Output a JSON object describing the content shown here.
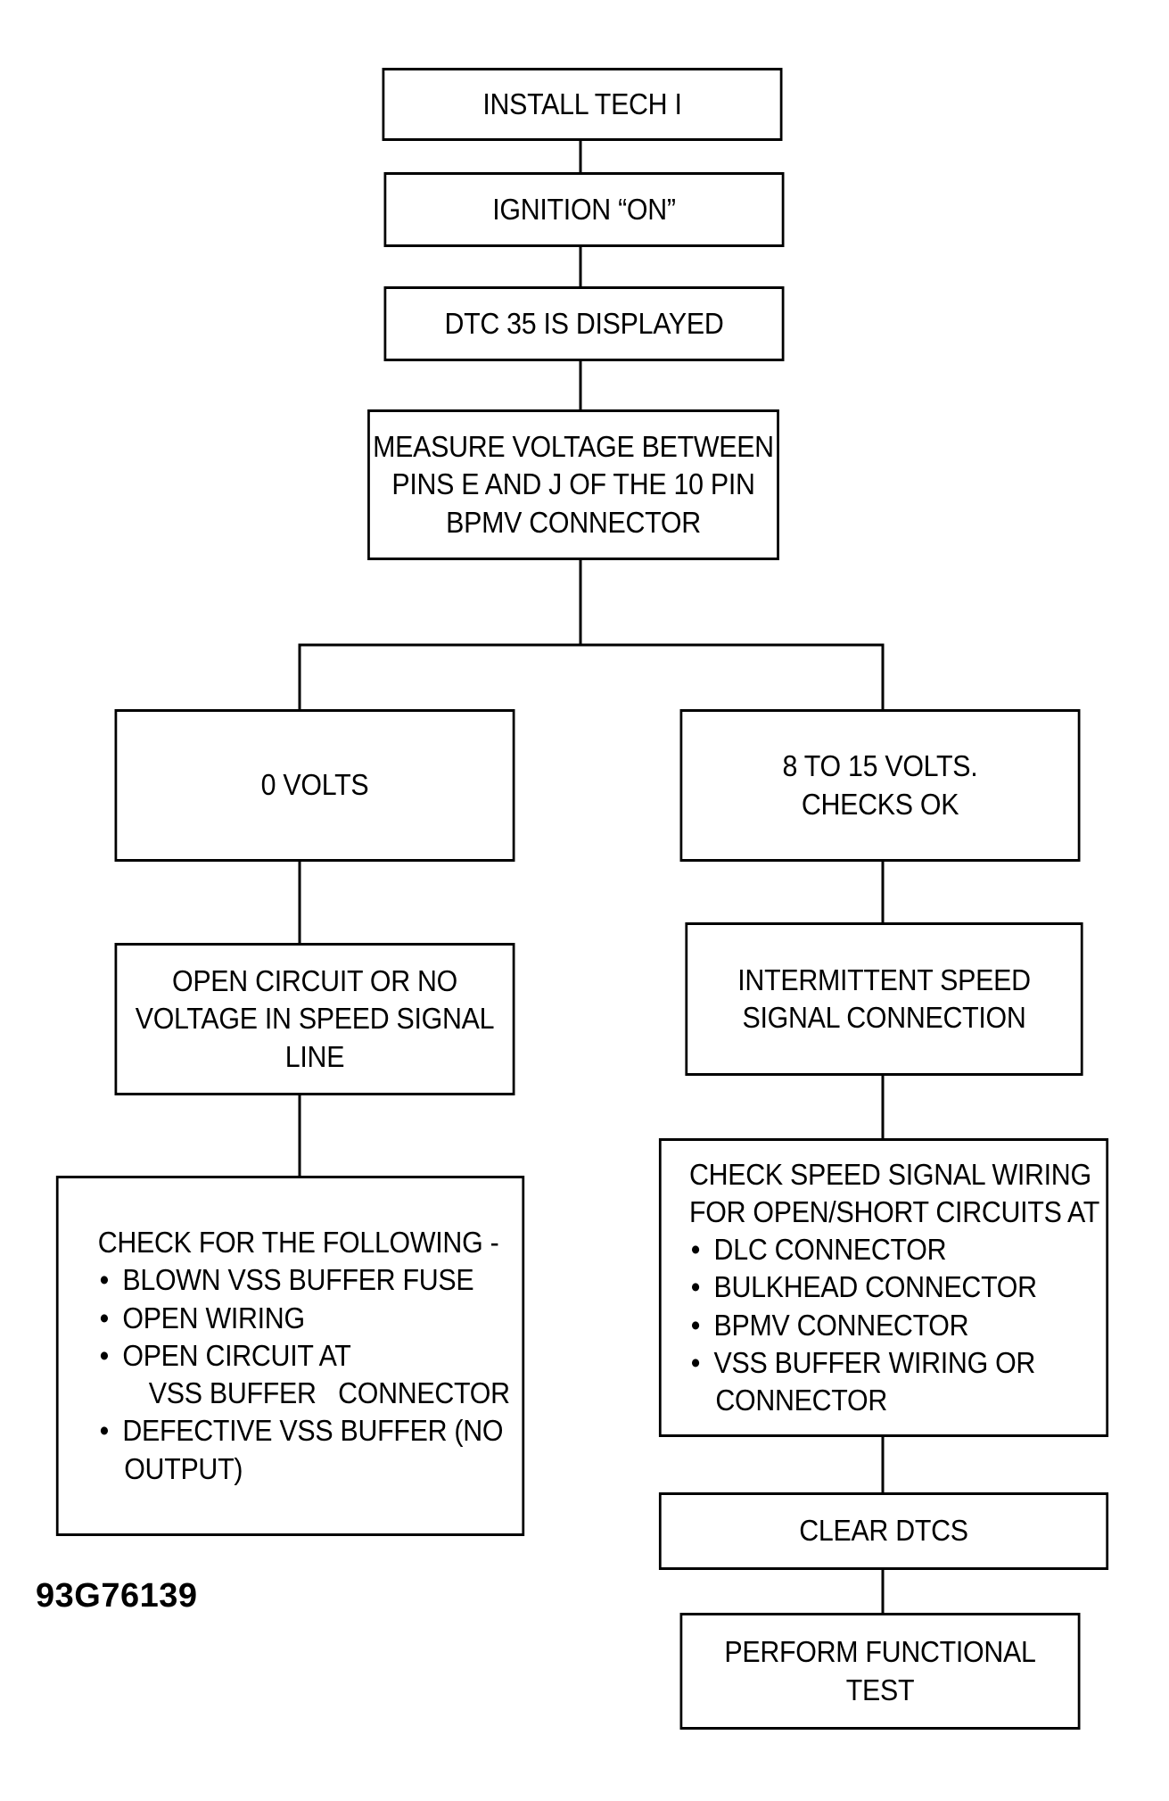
{
  "flowchart": {
    "install_tech": "INSTALL TECH I",
    "ignition_on": "IGNITION “ON”",
    "dtc_displayed": "DTC 35 IS DISPLAYED",
    "measure_voltage": [
      "MEASURE VOLTAGE BETWEEN",
      "PINS E AND J OF THE 10 PIN",
      "BPMV CONNECTOR"
    ],
    "zero_volts": "0 VOLTS",
    "volts_ok": [
      "8 TO 15 VOLTS.",
      "CHECKS OK"
    ],
    "open_circuit": [
      "OPEN CIRCUIT OR NO",
      "VOLTAGE IN SPEED SIGNAL",
      "LINE"
    ],
    "intermittent": [
      "INTERMITTENT SPEED",
      "SIGNAL CONNECTION"
    ],
    "check_following": {
      "heading": "CHECK FOR THE FOLLOWING -",
      "items": [
        "BLOWN VSS BUFFER FUSE",
        "OPEN WIRING",
        "OPEN CIRCUIT AT",
        "DEFECTIVE VSS BUFFER (NO"
      ],
      "continuations": [
        "VSS BUFFER   CONNECTOR",
        "OUTPUT)"
      ]
    },
    "check_wiring": {
      "heading_lines": [
        "CHECK SPEED SIGNAL WIRING",
        "FOR OPEN/SHORT CIRCUITS AT"
      ],
      "items": [
        "DLC CONNECTOR",
        "BULKHEAD CONNECTOR",
        "BPMV CONNECTOR",
        "VSS BUFFER WIRING OR"
      ],
      "continuation": "CONNECTOR"
    },
    "clear_dtcs": "CLEAR DTCS",
    "functional_test": [
      "PERFORM FUNCTIONAL",
      "TEST"
    ]
  },
  "figure_id": "93G76139"
}
